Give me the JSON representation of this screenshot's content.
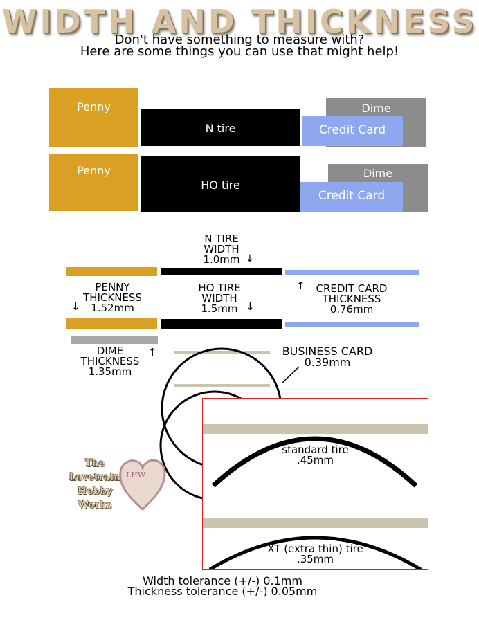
{
  "header": {
    "title": "WIDTH AND THICKNESS",
    "subtitle_line1": "Don't have something to measure with?",
    "subtitle_line2": "Here are some things you can use that might help!"
  },
  "comparison_rows": [
    {
      "coin": "Penny",
      "tire": "N tire",
      "dime": "Dime",
      "card": "Credit Card"
    },
    {
      "coin": "Penny",
      "tire": "HO tire",
      "dime": "Dime",
      "card": "Credit Card"
    }
  ],
  "measurements": {
    "n_tire": [
      "N TIRE",
      "WIDTH",
      "1.0mm"
    ],
    "penny": [
      "PENNY",
      "THICKNESS",
      "1.52mm"
    ],
    "ho_tire": [
      "HO TIRE",
      "WIDTH",
      "1.5mm"
    ],
    "credit_card": [
      "CREDIT CARD",
      "THICKNESS",
      "0.76mm"
    ],
    "dime": [
      "DIME",
      "THICKNESS",
      "1.35mm"
    ],
    "business_card": [
      "BUSINESS CARD",
      "0.39mm"
    ]
  },
  "tires": {
    "standard": [
      "standard tire",
      ".45mm"
    ],
    "xt": [
      "XT (extra thin) tire",
      ".35mm"
    ]
  },
  "logo": {
    "text_lines": [
      "The",
      "Lovetrain",
      "Hobby Works"
    ],
    "badge": "LHW"
  },
  "tolerances": {
    "width": "Width tolerance (+/-) 0.1mm",
    "thickness": "Thickness tolerance (+/-) 0.05mm"
  },
  "colors": {
    "penny": "#d9a023",
    "tire": "#000000",
    "dime": "#8c8c8c",
    "credit_card": "#8ea8f0",
    "business_card": "#c8c4ae",
    "zoom_border": "#e02020"
  }
}
